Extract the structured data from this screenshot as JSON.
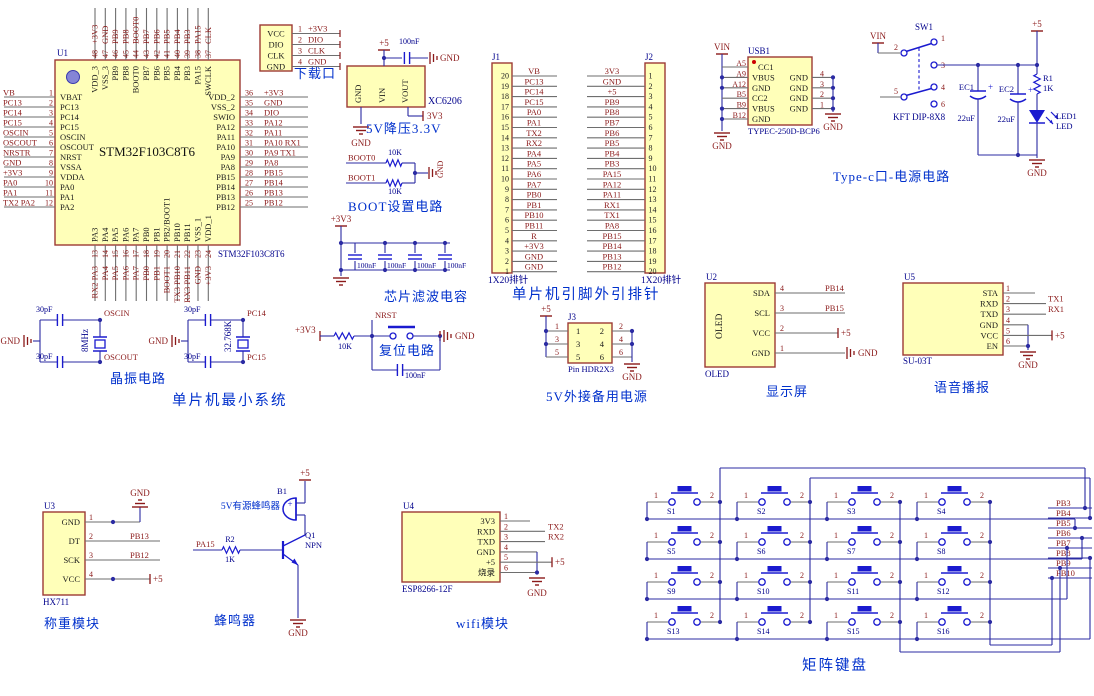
{
  "colors": {
    "wire": "#2b2ba3",
    "symbol": "#1a1acf",
    "stub": "#6e6e6e",
    "net": "#8b1a1a",
    "ref": "#00008b",
    "caption": "#0030cc",
    "fill": "#ffffb9",
    "border": "#9c3a34",
    "pin": "#1a1a1a"
  },
  "u1": {
    "ref": "U1",
    "part": "STM32F103C8T6",
    "part_below": "STM32F103C8T6",
    "left": [
      {
        "num": "1",
        "name": "VBAT",
        "net": "VB"
      },
      {
        "num": "2",
        "name": "PC13",
        "net": "PC13"
      },
      {
        "num": "3",
        "name": "PC14",
        "net": "PC14"
      },
      {
        "num": "4",
        "name": "PC15",
        "net": "PC15"
      },
      {
        "num": "5",
        "name": "OSCIN",
        "net": "OSCIN"
      },
      {
        "num": "6",
        "name": "OSCOUT",
        "net": "OSCOUT"
      },
      {
        "num": "7",
        "name": "NRST",
        "net": "NRSTR"
      },
      {
        "num": "8",
        "name": "VSSA",
        "net": "GND"
      },
      {
        "num": "9",
        "name": "VDDA",
        "net": "+3V3"
      },
      {
        "num": "10",
        "name": "PA0",
        "net": "PA0"
      },
      {
        "num": "11",
        "name": "PA1",
        "net": "PA1"
      },
      {
        "num": "12",
        "name": "PA2",
        "net": "TX2 PA2"
      }
    ],
    "top": [
      {
        "num": "48",
        "name": "VDD_3",
        "net": "+3V3"
      },
      {
        "num": "47",
        "name": "VSS_3",
        "net": "GND"
      },
      {
        "num": "46",
        "name": "PB9",
        "net": "PB9"
      },
      {
        "num": "45",
        "name": "PB8",
        "net": "PB8"
      },
      {
        "num": "44",
        "name": "BOOT0",
        "net": "BOOT0"
      },
      {
        "num": "43",
        "name": "PB7",
        "net": "PB7"
      },
      {
        "num": "42",
        "name": "PB6",
        "net": "PB6"
      },
      {
        "num": "41",
        "name": "PB5",
        "net": "PB5"
      },
      {
        "num": "40",
        "name": "PB4",
        "net": "PB4"
      },
      {
        "num": "39",
        "name": "PB3",
        "net": "PB3"
      },
      {
        "num": "38",
        "name": "PA15",
        "net": "PA15"
      },
      {
        "num": "37",
        "name": "SWCLK",
        "net": "CLK"
      }
    ],
    "right": [
      {
        "num": "36",
        "name": "VDD_2",
        "net": "+3V3"
      },
      {
        "num": "35",
        "name": "VSS_2",
        "net": "GND"
      },
      {
        "num": "34",
        "name": "SWIO",
        "net": "DIO"
      },
      {
        "num": "33",
        "name": "PA12",
        "net": "PA12"
      },
      {
        "num": "32",
        "name": "PA11",
        "net": "PA11"
      },
      {
        "num": "31",
        "name": "PA10",
        "net": "PA10 RX1"
      },
      {
        "num": "30",
        "name": "PA9",
        "net": "PA9  TX1"
      },
      {
        "num": "29",
        "name": "PA8",
        "net": "PA8"
      },
      {
        "num": "28",
        "name": "PB15",
        "net": "PB15"
      },
      {
        "num": "27",
        "name": "PB14",
        "net": "PB14"
      },
      {
        "num": "26",
        "name": "PB13",
        "net": "PB13"
      },
      {
        "num": "25",
        "name": "PB12",
        "net": "PB12"
      }
    ],
    "bottom": [
      {
        "num": "13",
        "name": "PA3",
        "net": "RX2 PA3"
      },
      {
        "num": "14",
        "name": "PA4",
        "net": "PA4"
      },
      {
        "num": "15",
        "name": "PA5",
        "net": "PA5"
      },
      {
        "num": "16",
        "name": "PA6",
        "net": "PA6"
      },
      {
        "num": "17",
        "name": "PA7",
        "net": "PA7"
      },
      {
        "num": "18",
        "name": "PB0",
        "net": "PB0"
      },
      {
        "num": "19",
        "name": "PB1",
        "net": "PB1"
      },
      {
        "num": "20",
        "name": "PB2/BOOT1",
        "net": "BOOT1"
      },
      {
        "num": "21",
        "name": "PB10",
        "net": "TX3 PB10"
      },
      {
        "num": "22",
        "name": "PB11",
        "net": "RX3 PB11"
      },
      {
        "num": "23",
        "name": "VSS_1",
        "net": "GND"
      },
      {
        "num": "24",
        "name": "VDD_1",
        "net": "+3V3"
      }
    ]
  },
  "download": {
    "caption": "下载口",
    "pins": [
      {
        "name": "VCC",
        "num": "1",
        "net": "+3V3"
      },
      {
        "name": "DIO",
        "num": "2",
        "net": "DIO"
      },
      {
        "name": "CLK",
        "num": "3",
        "net": "CLK"
      },
      {
        "name": "GND",
        "num": "4",
        "net": "GND"
      }
    ]
  },
  "reg": {
    "part": "XC6206",
    "pin_gnd": "GND",
    "pin_vin": "VIN",
    "pin_vout": "VOUT",
    "rail": "+5",
    "cap": "100nF",
    "gnd_r": "GND",
    "out": "3V3",
    "gnd_b": "GND",
    "caption": "5V降压3.3V"
  },
  "boot": {
    "rows": [
      {
        "net": "BOOT0",
        "val": "10K"
      },
      {
        "net": "BOOT1",
        "val": "10K"
      }
    ],
    "gnd": "GND",
    "caption": "BOOT设置电路"
  },
  "filter": {
    "rail": "+3V3",
    "caps": [
      "100nF",
      "100nF",
      "100nF",
      "100nF"
    ],
    "gnd": "GND",
    "caption": "芯片滤波电容"
  },
  "j1": {
    "ref": "J1",
    "part": "1X20排针",
    "nums": [
      "20",
      "19",
      "18",
      "17",
      "16",
      "15",
      "14",
      "13",
      "12",
      "11",
      "10",
      "9",
      "8",
      "7",
      "6",
      "5",
      "4",
      "3",
      "2",
      "1"
    ],
    "nets": [
      "VB",
      "PC13",
      "PC14",
      "PC15",
      "PA0",
      "PA1",
      "TX2",
      "RX2",
      "PA4",
      "PA5",
      "PA6",
      "PA7",
      "PB0",
      "PB1",
      "PB10",
      "PB11",
      "R",
      "+3V3",
      "GND",
      "GND"
    ]
  },
  "j2": {
    "ref": "J2",
    "part": "1X20排针",
    "nums": [
      "1",
      "2",
      "3",
      "4",
      "5",
      "6",
      "7",
      "8",
      "9",
      "10",
      "11",
      "12",
      "13",
      "14",
      "15",
      "16",
      "17",
      "18",
      "19",
      "20"
    ],
    "nets": [
      "3V3",
      "GND",
      "+5",
      "PB9",
      "PB8",
      "PB7",
      "PB6",
      "PB5",
      "PB4",
      "PB3",
      "PA15",
      "PA12",
      "PA11",
      "RX1",
      "TX1",
      "PA8",
      "PB15",
      "PB14",
      "PB13",
      "PB12"
    ]
  },
  "headers_caption": "单片机引脚外引排针",
  "usb": {
    "ref": "USB1",
    "part": "TYPEC-250D-BCP6",
    "vin": "VIN",
    "gnd_l": "GND",
    "gnd_r": "GND",
    "left": [
      {
        "pad": "A5",
        "name": "CC1"
      },
      {
        "pad": "A9",
        "name": "VBUS"
      },
      {
        "pad": "A12",
        "name": "GND"
      },
      {
        "pad": "B5",
        "name": "CC2"
      },
      {
        "pad": "B9",
        "name": "VBUS"
      },
      {
        "pad": "B12",
        "name": "GND"
      }
    ],
    "right": [
      {
        "num": "4",
        "name": "GND"
      },
      {
        "num": "3",
        "name": "GND"
      },
      {
        "num": "2",
        "name": "GND"
      },
      {
        "num": "1",
        "name": "GND"
      }
    ]
  },
  "sw": {
    "ref": "SW1",
    "part": "KFT DIP-8X8",
    "vin": "VIN",
    "nums": [
      "1",
      "2",
      "3",
      "4",
      "5",
      "6"
    ]
  },
  "pwr": {
    "rail": "+5",
    "ec1": "EC1",
    "ec1v": "22uF",
    "ec2": "EC2",
    "ec2v": "22uF",
    "plus": "+",
    "r": "R1",
    "rv": "1K",
    "led": "LED1",
    "ledv": "LED",
    "gnd": "GND",
    "caption": "Type-c口-电源电路"
  },
  "xt1": {
    "c_top": "30pF",
    "c_bot": "30pF",
    "freq": "8MHz",
    "net_top": "OSCIN",
    "net_bot": "OSCOUT",
    "gnd": "GND",
    "caption": "晶振电路"
  },
  "xt2": {
    "c_top": "30pF",
    "c_bot": "30pF",
    "freq": "32.768K",
    "net_top": "PC14",
    "net_bot": "PC15",
    "gnd": "GND"
  },
  "minsys_caption": "单片机最小系统",
  "reset": {
    "rail": "+3V3",
    "r": "10K",
    "net": "NRST",
    "cap": "100nF",
    "gnd": "GND",
    "caption": "复位电路"
  },
  "j3": {
    "ref": "J3",
    "part": "Pin HDR2X3",
    "rail": "+5",
    "gnd": "GND",
    "caption": "5V外接备用电源",
    "in_left": [
      "1",
      "3",
      "5"
    ],
    "in_right": [
      "2",
      "4",
      "6"
    ],
    "out_left": [
      "1",
      "3",
      "5"
    ],
    "out_right": [
      "2",
      "4",
      "6"
    ]
  },
  "oled": {
    "ref": "U2",
    "part": "OLED",
    "inner": "OLED",
    "caption": "显示屏",
    "gnd": "GND",
    "pins": [
      {
        "name": "SDA",
        "num": "4",
        "net": "PB14"
      },
      {
        "name": "SCL",
        "num": "3",
        "net": "PB15"
      },
      {
        "name": "VCC",
        "num": "2",
        "net": "+5"
      },
      {
        "name": "GND",
        "num": "1",
        "net": "GND"
      }
    ]
  },
  "voice": {
    "ref": "U5",
    "part": "SU-03T",
    "caption": "语音播报",
    "gnd": "GND",
    "rail": "+5",
    "pins": [
      {
        "name": "STA",
        "num": "1",
        "net": ""
      },
      {
        "name": "RXD",
        "num": "2",
        "net": "TX1"
      },
      {
        "name": "TXD",
        "num": "3",
        "net": "RX1"
      },
      {
        "name": "GND",
        "num": "4",
        "net": ""
      },
      {
        "name": "VCC",
        "num": "5",
        "net": "+5"
      },
      {
        "name": "EN",
        "num": "6",
        "net": ""
      }
    ]
  },
  "hx": {
    "ref": "U3",
    "part": "HX711",
    "caption": "称重模块",
    "gnd": "GND",
    "rail": "+5",
    "pins": [
      {
        "name": "GND",
        "num": "1",
        "net": "GND"
      },
      {
        "name": "DT",
        "num": "2",
        "net": "PB13"
      },
      {
        "name": "SCK",
        "num": "3",
        "net": "PB12"
      },
      {
        "name": "VCC",
        "num": "4",
        "net": "+5"
      }
    ]
  },
  "buz": {
    "b": "B1",
    "btext": "5V有源蜂鸣器",
    "plus": "+",
    "q": "Q1",
    "qt": "NPN",
    "r": "R2",
    "rv": "1K",
    "net": "PA15",
    "rail": "+5",
    "gnd": "GND",
    "caption": "蜂鸣器"
  },
  "wifi": {
    "ref": "U4",
    "part": "ESP8266-12F",
    "caption": "wifi模块",
    "gnd": "GND",
    "rail": "+5",
    "pins": [
      {
        "name": "3V3",
        "num": "1",
        "net": ""
      },
      {
        "name": "RXD",
        "num": "2",
        "net": "TX2"
      },
      {
        "name": "TXD",
        "num": "3",
        "net": "RX2"
      },
      {
        "name": "GND",
        "num": "4",
        "net": ""
      },
      {
        "name": "+5",
        "num": "5",
        "net": "+5"
      },
      {
        "name": "烧录",
        "num": "6",
        "net": ""
      }
    ]
  },
  "keypad": {
    "caption": "矩阵键盘",
    "pin1": "1",
    "pin2": "2",
    "labels": [
      "S1",
      "S2",
      "S3",
      "S4",
      "S5",
      "S6",
      "S7",
      "S8",
      "S9",
      "S10",
      "S11",
      "S12",
      "S13",
      "S14",
      "S15",
      "S16"
    ],
    "nets": [
      "PB3",
      "PB4",
      "PB5",
      "PB6",
      "PB7",
      "PB8",
      "PB9",
      "PB10"
    ]
  }
}
